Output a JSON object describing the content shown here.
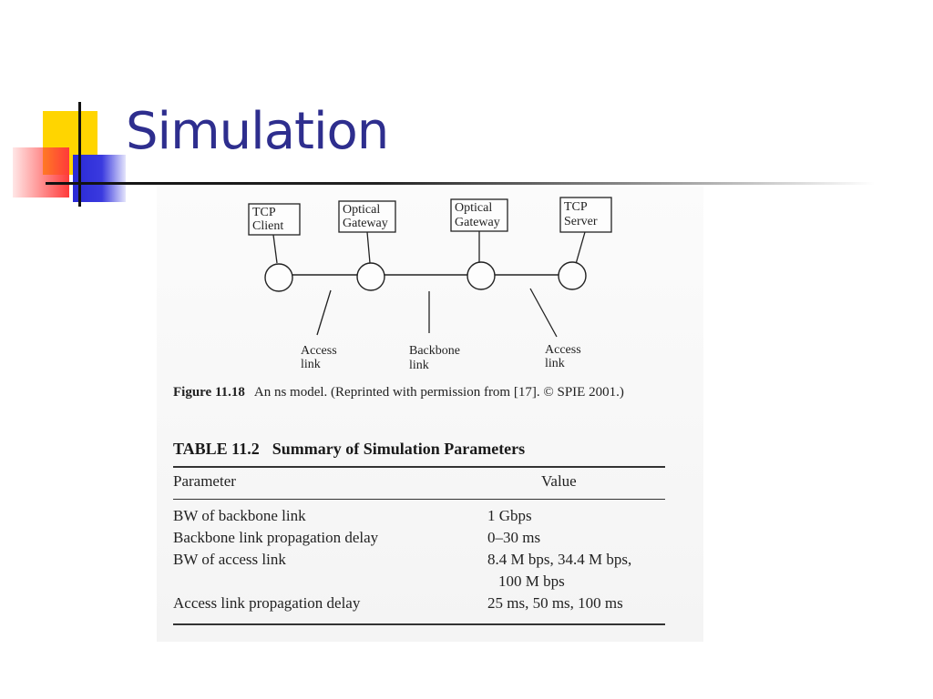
{
  "slide": {
    "title": "Simulation"
  },
  "figure": {
    "nodes": [
      {
        "line1": "TCP",
        "line2": "Client"
      },
      {
        "line1": "Optical",
        "line2": "Gateway"
      },
      {
        "line1": "Optical",
        "line2": "Gateway"
      },
      {
        "line1": "TCP",
        "line2": "Server"
      }
    ],
    "links": [
      {
        "line1": "Access",
        "line2": "link"
      },
      {
        "line1": "Backbone",
        "line2": "link"
      },
      {
        "line1": "Access",
        "line2": "link"
      }
    ],
    "caption_label": "Figure 11.18",
    "caption_text": "An ns model. (Reprinted with permission from [17]. © SPIE 2001.)"
  },
  "table": {
    "number": "TABLE 11.2",
    "title": "Summary of Simulation Parameters",
    "headers": {
      "parameter": "Parameter",
      "value": "Value"
    },
    "rows": [
      {
        "parameter": "BW of backbone link",
        "value": "1 Gbps",
        "value_cont": ""
      },
      {
        "parameter": "Backbone link propagation delay",
        "value": "0–30 ms",
        "value_cont": ""
      },
      {
        "parameter": "BW of access link",
        "value": "8.4 M bps, 34.4 M bps,",
        "value_cont": "100 M bps"
      },
      {
        "parameter": "Access link propagation delay",
        "value": "25 ms, 50 ms, 100 ms",
        "value_cont": ""
      }
    ]
  }
}
